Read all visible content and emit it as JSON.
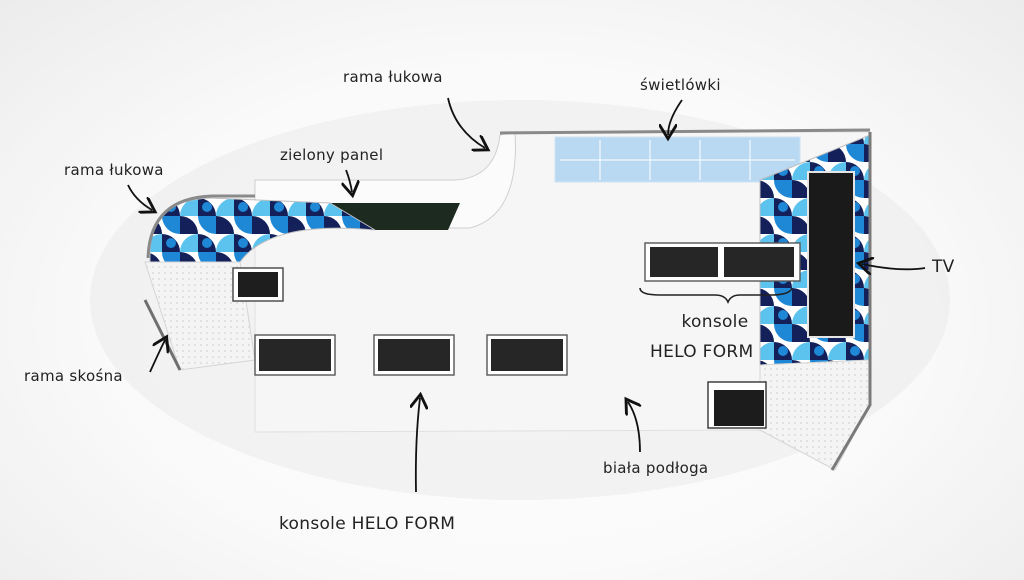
{
  "labels": {
    "rama_lukowa_top": "rama łukowa",
    "swietlowki": "świetlówki",
    "zielony_panel": "zielony panel",
    "rama_lukowa_left": "rama łukowa",
    "tv": "TV",
    "konsole_right_line1": "konsole",
    "konsole_right_line2": "HELO FORM",
    "rama_skosna": "rama skośna",
    "biala_podloga": "biała podłoga",
    "konsole_bottom": "konsole HELO FORM"
  },
  "colors": {
    "pattern_dark": "#13205a",
    "pattern_mid": "#1e87d6",
    "pattern_light": "#5cc2ee",
    "panel_green": "#1d2a1f",
    "console_screen": "#262626",
    "lights_blue": "#b9d8f2"
  }
}
